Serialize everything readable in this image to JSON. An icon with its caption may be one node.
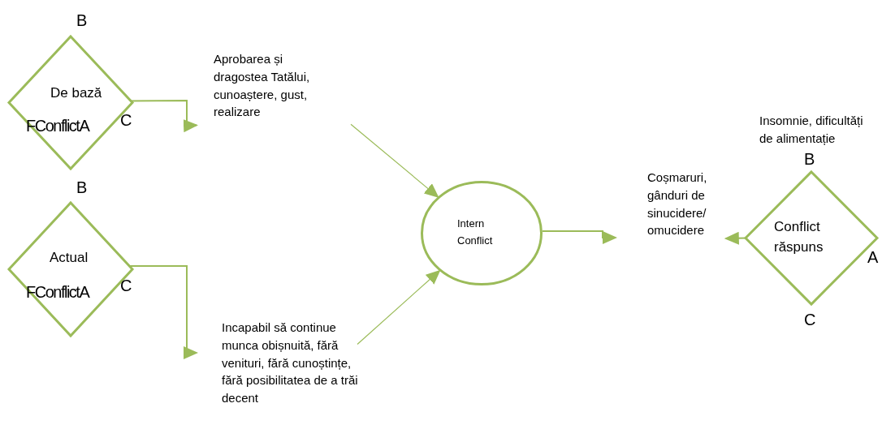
{
  "diagram": {
    "nodes": [
      {
        "text": [
          "De bază",
          "FConflictA"
        ],
        "beside": [
          "B",
          "C"
        ]
      },
      {
        "text": [
          "Aprobarea și dragostea Tatălui, cunoaștere, gust, realizare"
        ]
      },
      {
        "text": [
          "Actual",
          "FConflictA"
        ],
        "beside": [
          "B",
          "C"
        ]
      },
      {
        "text": [
          "Incapabil să continue munca obișnuită, fără venituri, fără cunoștințe, fără posibilitatea de a trăi decent"
        ]
      },
      {
        "text": [
          "Intern Conflict"
        ]
      },
      {
        "text": [
          "Coșmaruri, gânduri de sinucidere/ omucidere"
        ]
      },
      {
        "text": [
          "Conflict răspuns"
        ],
        "beside": [
          "B",
          "A",
          "C"
        ]
      }
    ],
    "edges": [
      {
        "from": 0,
        "to": 1,
        "arrow": "to"
      },
      {
        "from": 1,
        "to": 4,
        "arrow": "to"
      },
      {
        "from": 2,
        "to": 3,
        "arrow": "to"
      },
      {
        "from": 3,
        "to": 4,
        "arrow": "to"
      },
      {
        "from": 4,
        "to": 5,
        "arrow": "to"
      },
      {
        "from": 6,
        "to": 5,
        "arrow": "to"
      }
    ],
    "labels": [
      "Insomnie, dificultăți de alimentație"
    ]
  }
}
